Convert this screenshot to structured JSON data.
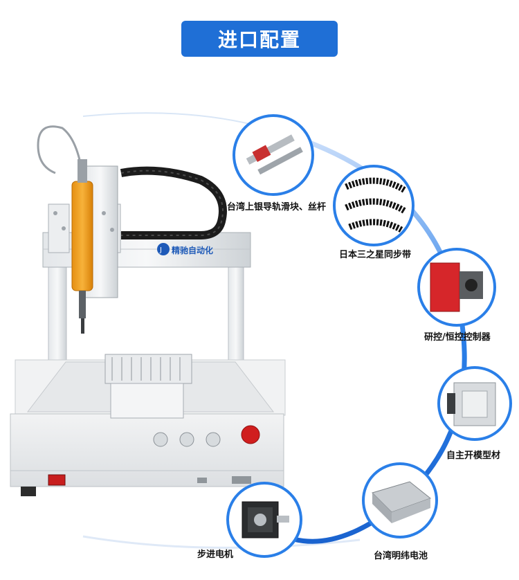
{
  "title": "进口配置",
  "machine_logo": "精驰自动化",
  "components": [
    {
      "id": "linear-guide",
      "label": "台湾上银导轨滑块、丝杆"
    },
    {
      "id": "timing-belt",
      "label": "日本三之星同步带"
    },
    {
      "id": "controller",
      "label": "研控/恒控控制器"
    },
    {
      "id": "profile",
      "label": "自主开模型材"
    },
    {
      "id": "power-supply",
      "label": "台湾明纬电池"
    },
    {
      "id": "stepper-motor",
      "label": "步进电机"
    }
  ],
  "colors": {
    "accent": "#1f6fd6",
    "screwdriver": "#f2a421",
    "controller": "#d6262a",
    "emergency_stop": "#d01e1e",
    "arc": "#2a7fe8"
  }
}
